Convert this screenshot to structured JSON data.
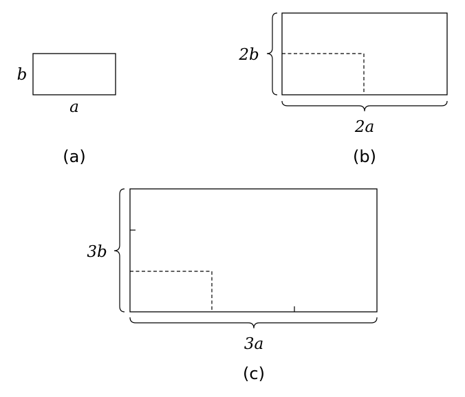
{
  "panel_a": {
    "side_label": "b",
    "bottom_label": "a",
    "caption": "(a)"
  },
  "panel_b": {
    "side_label": "2b",
    "bottom_label": "2a",
    "caption": "(b)"
  },
  "panel_c": {
    "side_label": "3b",
    "bottom_label": "3a",
    "caption": "(c)"
  }
}
